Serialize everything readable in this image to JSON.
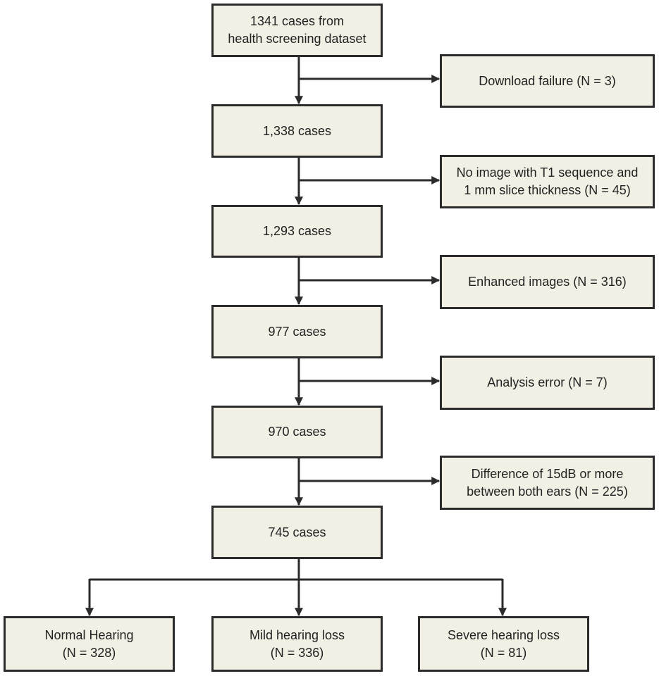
{
  "main_flow": [
    {
      "id": "start",
      "text": "1341 cases from\nhealth screening dataset"
    },
    {
      "id": "step1",
      "text": "1,338 cases"
    },
    {
      "id": "step2",
      "text": "1,293 cases"
    },
    {
      "id": "step3",
      "text": "977 cases"
    },
    {
      "id": "step4",
      "text": "970 cases"
    },
    {
      "id": "step5",
      "text": "745 cases"
    }
  ],
  "exclusions": [
    {
      "id": "excl1",
      "text": "Download failure (N = 3)"
    },
    {
      "id": "excl2",
      "text": "No image with T1 sequence and\n1 mm slice thickness (N = 45)"
    },
    {
      "id": "excl3",
      "text": "Enhanced images (N = 316)"
    },
    {
      "id": "excl4",
      "text": "Analysis error (N = 7)"
    },
    {
      "id": "excl5",
      "text": "Difference of 15dB or more\nbetween both ears (N = 225)"
    }
  ],
  "outcomes": [
    {
      "id": "normal",
      "text": "Normal Hearing\n(N = 328)"
    },
    {
      "id": "mild",
      "text": "Mild hearing loss\n(N = 336)"
    },
    {
      "id": "severe",
      "text": "Severe hearing loss\n(N = 81)"
    }
  ],
  "colors": {
    "box_fill": "#f2efe4",
    "stroke": "#2b2b2b",
    "text": "#222222"
  }
}
